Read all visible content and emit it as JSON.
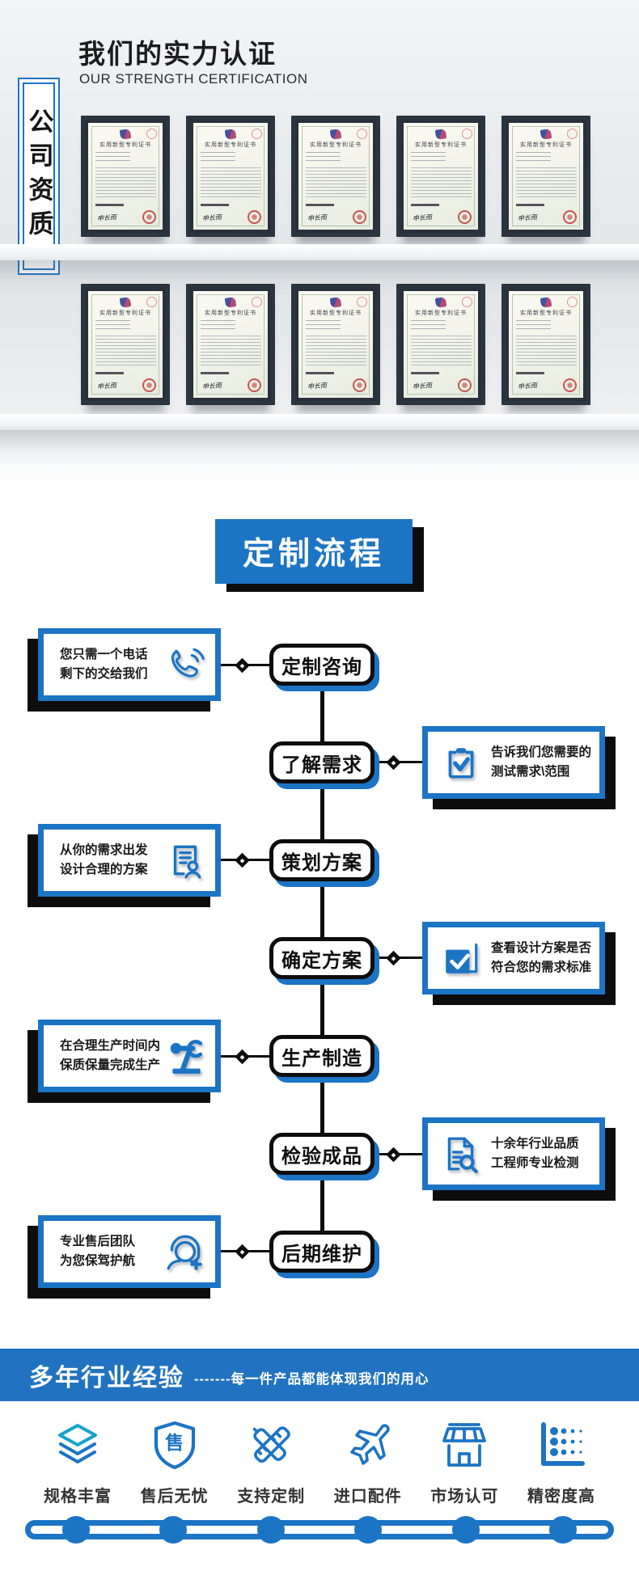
{
  "colors": {
    "blue": "#1c74c4",
    "teal": "#14a3cb",
    "black": "#0d0d0d",
    "bar_blue": "#2173c1"
  },
  "cert_section": {
    "title": "我们的实力认证",
    "subtitle": "OUR STRENGTH CERTIFICATION",
    "side_label": "公司资质",
    "certificate_title": "实用新型专利证书",
    "rows": [
      {
        "count": 5
      },
      {
        "count": 5
      }
    ]
  },
  "flow": {
    "header": "定制流程",
    "steps": [
      {
        "label": "定制咨询",
        "side": "left",
        "line1": "您只需一个电话",
        "line2": "剩下的交给我们",
        "icon": "phone-icon"
      },
      {
        "label": "了解需求",
        "side": "right",
        "line1": "告诉我们您需要的",
        "line2": "测试需求\\范围",
        "icon": "clipboard-check-icon"
      },
      {
        "label": "策划方案",
        "side": "left",
        "line1": "从你的需求出发",
        "line2": "设计合理的方案",
        "icon": "document-user-icon"
      },
      {
        "label": "确定方案",
        "side": "right",
        "line1": "查看设计方案是否",
        "line2": "符合您的需求标准",
        "icon": "checkbox-icon"
      },
      {
        "label": "生产制造",
        "side": "left",
        "line1": "在合理生产时间内",
        "line2": "保质保量完成生产",
        "icon": "robot-arm-icon"
      },
      {
        "label": "检验成品",
        "side": "right",
        "line1": "十余年行业品质",
        "line2": "工程师专业检测",
        "icon": "document-search-icon"
      },
      {
        "label": "后期维护",
        "side": "left",
        "line1": "专业售后团队",
        "line2": "为您保驾护航",
        "icon": "headset-icon"
      }
    ]
  },
  "experience_bar": {
    "title": "多年行业经验",
    "subtitle": "-------每一件产品都能体现我们的用心"
  },
  "features": {
    "items": [
      {
        "label": "规格丰富",
        "icon": "layers-icon"
      },
      {
        "label": "售后无忧",
        "icon": "shield-icon",
        "icon_char": "售"
      },
      {
        "label": "支持定制",
        "icon": "customize-icon"
      },
      {
        "label": "进口配件",
        "icon": "plane-icon"
      },
      {
        "label": "市场认可",
        "icon": "store-icon"
      },
      {
        "label": "精密度高",
        "icon": "precision-icon"
      }
    ]
  }
}
